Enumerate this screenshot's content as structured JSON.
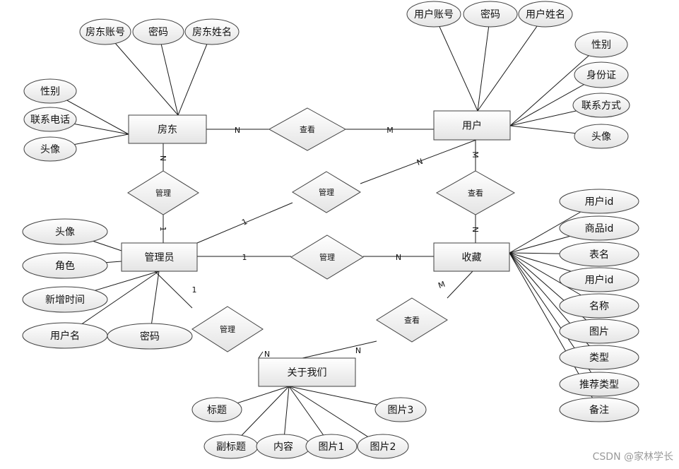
{
  "entities": [
    {
      "id": "landlord",
      "label": "房东"
    },
    {
      "id": "user",
      "label": "用户"
    },
    {
      "id": "admin",
      "label": "管理员"
    },
    {
      "id": "favorite",
      "label": "收藏"
    },
    {
      "id": "about",
      "label": "关于我们"
    }
  ],
  "relationships": [
    {
      "id": "r_view1",
      "label": "查看",
      "ends": [
        {
          "entity": "landlord",
          "card": "N"
        },
        {
          "entity": "user",
          "card": "M"
        }
      ]
    },
    {
      "id": "r_manage1",
      "label": "管理",
      "ends": [
        {
          "entity": "landlord",
          "card": "N"
        },
        {
          "entity": "admin",
          "card": "1"
        }
      ]
    },
    {
      "id": "r_manage2",
      "label": "管理",
      "ends": [
        {
          "entity": "admin",
          "card": "1"
        },
        {
          "entity": "user",
          "card": "N"
        }
      ]
    },
    {
      "id": "r_view2",
      "label": "查看",
      "ends": [
        {
          "entity": "user",
          "card": "M"
        },
        {
          "entity": "favorite",
          "card": "N"
        }
      ]
    },
    {
      "id": "r_manage3",
      "label": "管理",
      "ends": [
        {
          "entity": "admin",
          "card": "1"
        },
        {
          "entity": "favorite",
          "card": "N"
        }
      ]
    },
    {
      "id": "r_manage4",
      "label": "管理",
      "ends": [
        {
          "entity": "admin",
          "card": "1"
        },
        {
          "entity": "about",
          "card": "N"
        }
      ]
    },
    {
      "id": "r_view3",
      "label": "查看",
      "ends": [
        {
          "entity": "favorite",
          "card": "M"
        },
        {
          "entity": "about",
          "card": "N"
        }
      ]
    }
  ],
  "attributes": {
    "landlord": [
      "房东账号",
      "密码",
      "房东姓名",
      "性别",
      "联系电话",
      "头像"
    ],
    "user": [
      "用户账号",
      "密码",
      "用户姓名",
      "性别",
      "身份证",
      "联系方式",
      "头像"
    ],
    "admin": [
      "头像",
      "角色",
      "新增时间",
      "用户名",
      "密码"
    ],
    "favorite": [
      "用户id",
      "商品id",
      "表名",
      "用户id",
      "名称",
      "图片",
      "类型",
      "推荐类型",
      "备注"
    ],
    "about": [
      "标题",
      "副标题",
      "内容",
      "图片1",
      "图片2",
      "图片3"
    ]
  },
  "watermark": "CSDN @家林学长"
}
